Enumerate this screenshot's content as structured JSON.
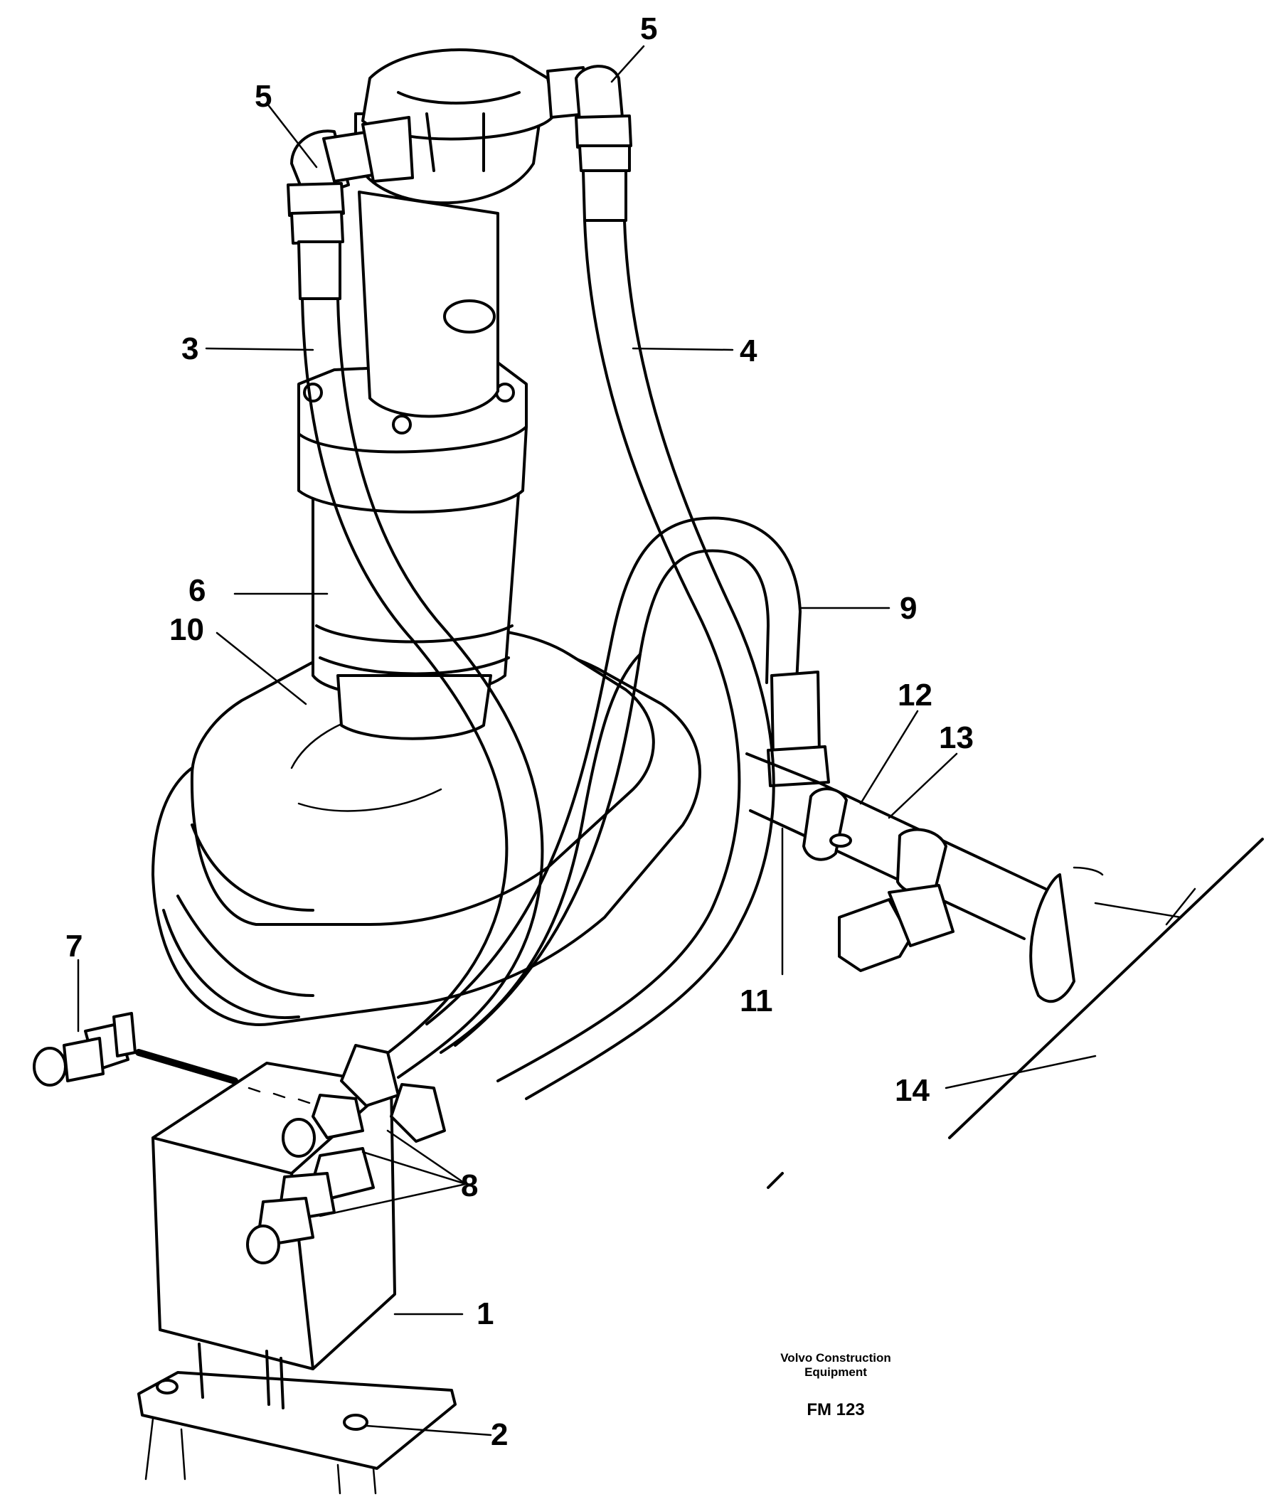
{
  "callouts": {
    "c1": "1",
    "c2": "2",
    "c3": "3",
    "c4": "4",
    "c5_left": "5",
    "c5_right": "5",
    "c6": "6",
    "c7": "7",
    "c8": "8",
    "c9": "9",
    "c10": "10",
    "c11": "11",
    "c12": "12",
    "c13": "13",
    "c14": "14"
  },
  "footer": {
    "company_line1": "Volvo Construction",
    "company_line2": "Equipment",
    "figure_code": "FM 123"
  }
}
